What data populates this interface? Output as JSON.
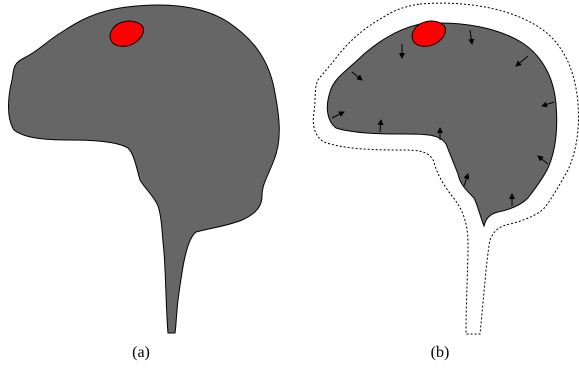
{
  "panels": [
    {
      "id": "a",
      "caption": "(a)"
    },
    {
      "id": "b",
      "caption": "(b)"
    }
  ],
  "colors": {
    "shape_fill": "#666666",
    "shape_stroke": "#000000",
    "blob_fill": "#ff0000",
    "outline_dash": "#000000",
    "background": "#ffffff"
  },
  "icons": {
    "growth_vectors": "inward-arrow-icon"
  }
}
